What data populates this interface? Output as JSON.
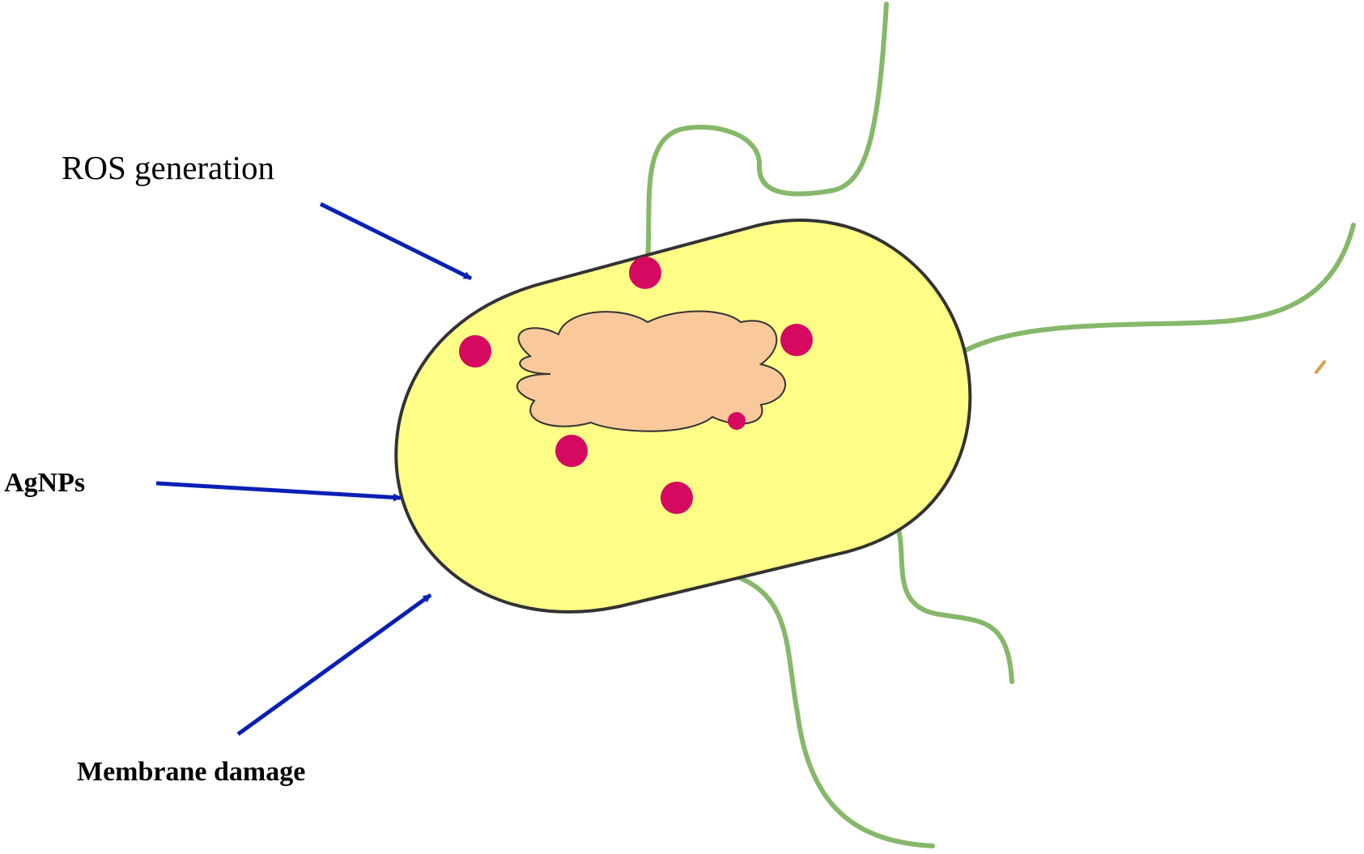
{
  "labels": {
    "ros_generation": "ROS generation",
    "agnps": "AgNPs",
    "membrane_damage": "Membrane damage"
  },
  "colors": {
    "cell_fill": "#ffff88",
    "cell_outline": "#333333",
    "nucleoid_fill": "#f9c89b",
    "nucleoid_outline": "#333333",
    "particle_fill": "#d4095f",
    "flagella": "#86b86a",
    "arrows": "#0a20b5",
    "speck": "#d4a24a"
  },
  "icons": {
    "cell": "bacterium-cell",
    "nucleoid": "nucleoid-cloud",
    "particle": "silver-nanoparticle",
    "flagellum": "flagellum",
    "arrow": "arrow"
  }
}
